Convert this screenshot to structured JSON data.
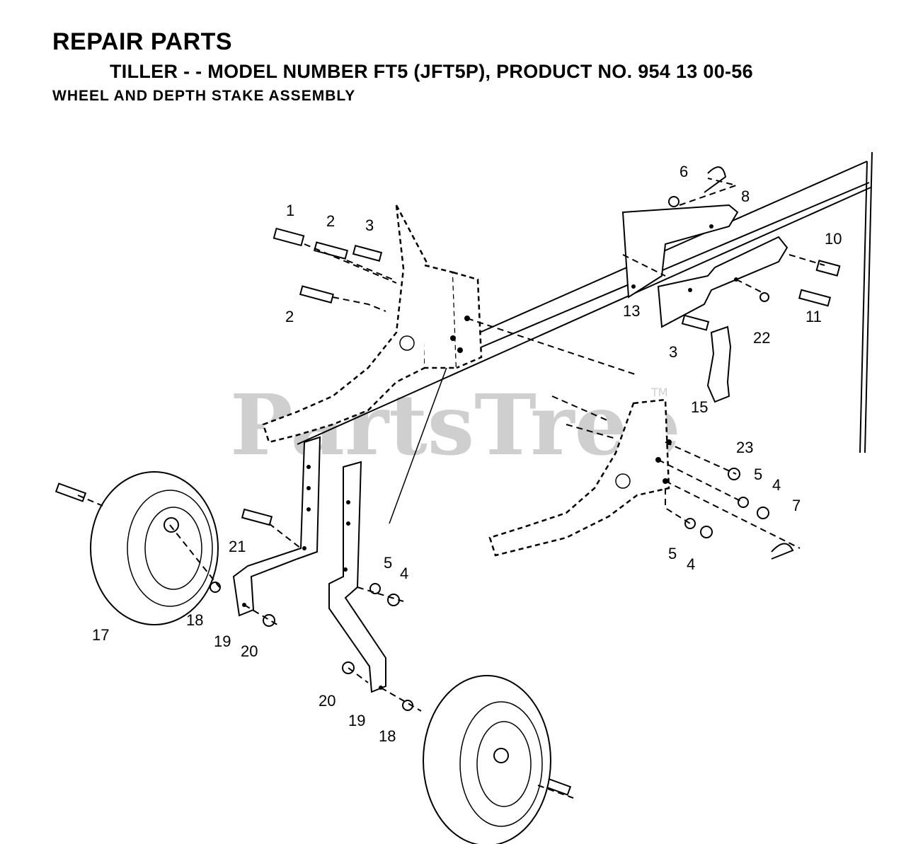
{
  "header": {
    "title": "REPAIR PARTS",
    "subtitle": "TILLER - - MODEL NUMBER FT5 (JFT5P), PRODUCT NO. 954 13 00-56",
    "section": "WHEEL AND DEPTH STAKE ASSEMBLY"
  },
  "watermark": {
    "text": "PartsTree",
    "tm": "TM"
  },
  "callouts": {
    "c1": "1",
    "c2a": "2",
    "c2b": "2",
    "c3a": "3",
    "c3b": "3",
    "c4a": "4",
    "c4b": "4",
    "c4c": "4",
    "c5a": "5",
    "c5b": "5",
    "c5c": "5",
    "c6": "6",
    "c7": "7",
    "c8": "8",
    "c10": "10",
    "c11": "11",
    "c13": "13",
    "c15": "15",
    "c17": "17",
    "c18a": "18",
    "c18b": "18",
    "c19a": "19",
    "c19b": "19",
    "c20a": "20",
    "c20b": "20",
    "c21": "21",
    "c22": "22",
    "c23": "23"
  },
  "colors": {
    "line": "#000000",
    "watermark": "#cfcfcf",
    "background": "#ffffff"
  }
}
